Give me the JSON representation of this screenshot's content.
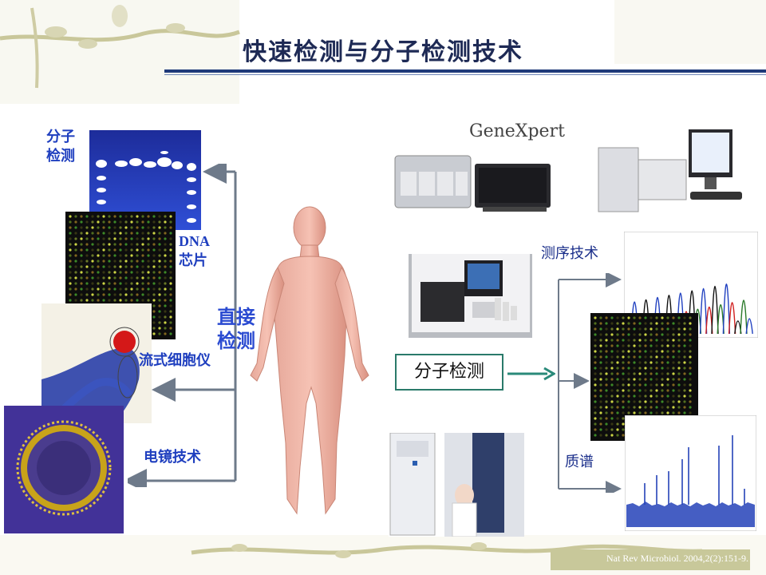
{
  "title": "快速检测与分子检测技术",
  "left_labels": {
    "molecular": "分子\n检测",
    "dna_chip": "DNA\n芯片",
    "flow": "流式细胞仪",
    "em": "电镜技术",
    "direct": "直接\n检测"
  },
  "right_labels": {
    "genexpert": "GeneXpert",
    "sequencing": "测序技术",
    "mass_spec": "质谱",
    "molecular_box": "分子检测"
  },
  "citation": "Nat Rev Microbiol. 2004,2(2):151-9.",
  "colors": {
    "title": "#1e2a55",
    "label_blue": "#1f3fbf",
    "box_border": "#2a7a6a",
    "arrow_teal": "#2a8a7a",
    "arrow_grey": "#6e7a8a"
  },
  "icons": [
    "gel-electrophoresis-image",
    "dna-microarray-image",
    "flow-cytometry-plot",
    "electron-micrograph-image",
    "human-body-figure",
    "genexpert-instrument",
    "lab-instrument",
    "sequencer-instrument",
    "mass-spectrometer",
    "chromatogram",
    "mass-spectrum"
  ]
}
